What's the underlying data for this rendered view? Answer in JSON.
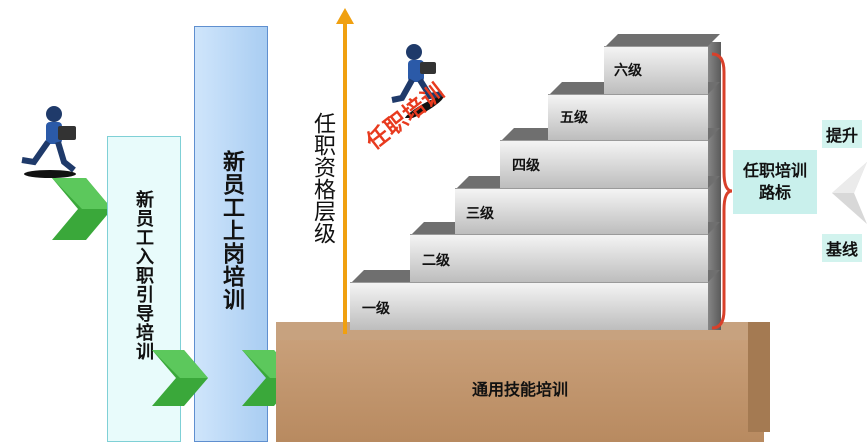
{
  "panels": {
    "orientation_label": "新员工入职引导培训",
    "onboarding_label": "新员工上岗培训"
  },
  "axis": {
    "label": "任职资格层级"
  },
  "diagonal_title": "任职培训",
  "steps": [
    {
      "label": "一级"
    },
    {
      "label": "二级"
    },
    {
      "label": "三级"
    },
    {
      "label": "四级"
    },
    {
      "label": "五级"
    },
    {
      "label": "六级"
    }
  ],
  "base": {
    "label": "通用技能培训"
  },
  "roadmap": {
    "label": "任职培训路标"
  },
  "side": {
    "lift": "提升",
    "baseline": "基线"
  },
  "colors": {
    "orientation_panel": "#e8fbfb",
    "onboarding_panel": "#a9cdf2",
    "axis_arrow": "#f0a010",
    "diagonal_title": "#e83a1e",
    "base_box": "#c9a07a",
    "chevron": "#3aa83a",
    "bracket": "#d8402a",
    "roadmap_box": "#c9f0ec"
  },
  "icons": [
    "running-man-icon",
    "chevron-arrow-icon",
    "gray-arrow-icon"
  ]
}
